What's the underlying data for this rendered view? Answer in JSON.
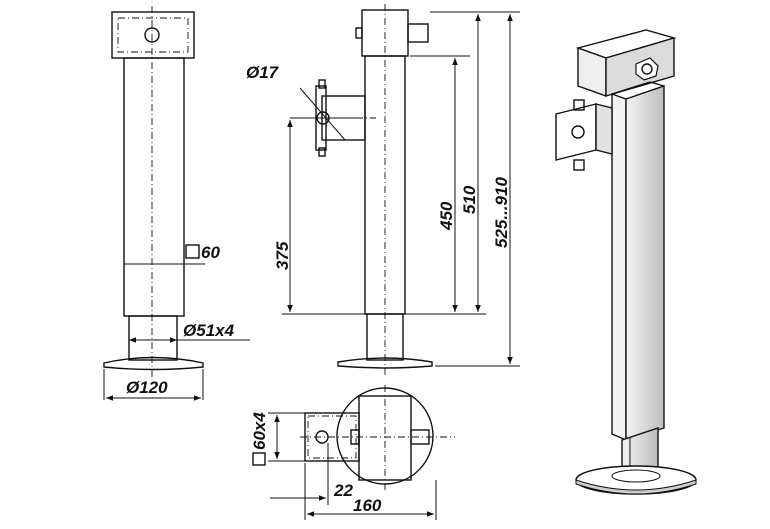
{
  "dimensions": {
    "square_tube": "60",
    "inner_tube": "Ø51x4",
    "foot_plate": "Ø120",
    "hole": "Ø17",
    "height_hole": "375",
    "height_clamp": "450",
    "height_tube": "510",
    "height_range": "525...910",
    "clamp_profile": "60x4",
    "offset": "22",
    "plate_width": "160"
  },
  "colors": {
    "line": "#111111",
    "background": "#ffffff",
    "shade": "#d9d9d9"
  }
}
